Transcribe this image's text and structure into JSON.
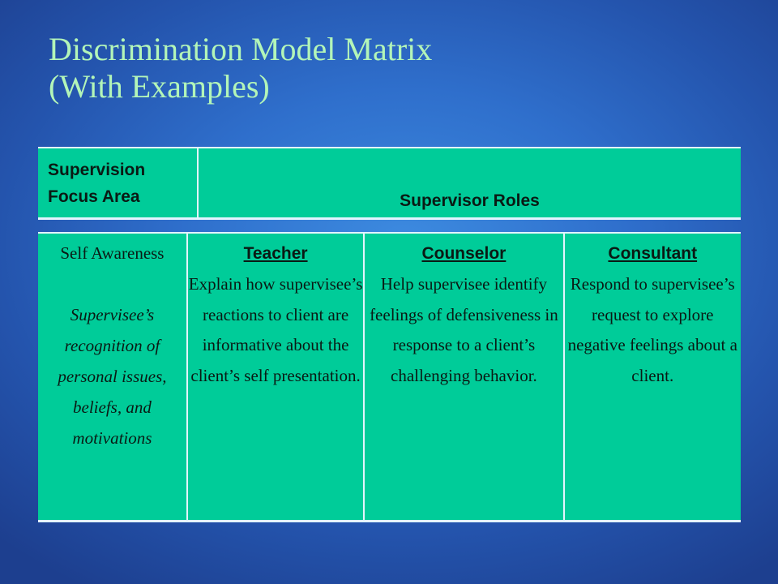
{
  "slide": {
    "title_line1": "Discrimination Model Matrix",
    "title_line2": "(With Examples)"
  },
  "header": {
    "focus_area": "Supervision Focus Area",
    "roles": "Supervisor Roles"
  },
  "row": {
    "focus_title": "Self Awareness",
    "focus_description": "Supervisee’s recognition of personal issues, beliefs, and motivations",
    "cells": [
      {
        "role": "Teacher",
        "text": "Explain how supervisee’s reactions to client are informative about the client’s self presentation."
      },
      {
        "role": "Counselor",
        "text": "Help supervisee identify feelings of defensiveness in response to a client’s challenging behavior."
      },
      {
        "role": "Consultant",
        "text": "Respond to supervisee’s request to explore negative feelings about a client."
      }
    ]
  },
  "colors": {
    "background": "#2f6fcc",
    "title": "#b3f5b8",
    "table_fill": "#00cc99",
    "border": "#e3f4ff"
  }
}
